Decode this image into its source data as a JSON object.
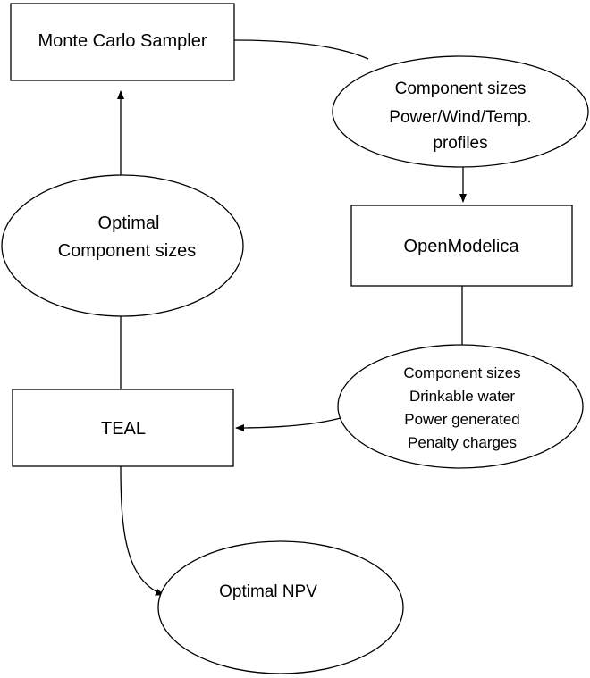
{
  "nodes": {
    "monte_carlo_sampler": {
      "shape": "rectangle",
      "label": "Monte Carlo Sampler"
    },
    "component_profiles": {
      "shape": "ellipse",
      "lines": [
        "Component sizes",
        "Power/Wind/Temp.",
        "profiles"
      ]
    },
    "openmodelica": {
      "shape": "rectangle",
      "label": "OpenModelica"
    },
    "optimal_component_sizes": {
      "shape": "ellipse",
      "lines": [
        "Optimal",
        "Component sizes"
      ]
    },
    "openmodelica_outputs": {
      "shape": "ellipse",
      "lines": [
        "Component sizes",
        "Drinkable water",
        "Power generated",
        "Penalty charges"
      ]
    },
    "teal": {
      "shape": "rectangle",
      "label": "TEAL"
    },
    "optimal_npv": {
      "shape": "ellipse",
      "label": "Optimal NPV"
    }
  },
  "edges": [
    {
      "from": "monte_carlo_sampler",
      "to": "component_profiles",
      "arrow": false
    },
    {
      "from": "component_profiles",
      "to": "openmodelica",
      "arrow": true
    },
    {
      "from": "openmodelica",
      "to": "openmodelica_outputs",
      "arrow": false
    },
    {
      "from": "openmodelica_outputs",
      "to": "teal",
      "arrow": true
    },
    {
      "from": "teal",
      "to": "optimal_component_sizes",
      "arrow": false
    },
    {
      "from": "optimal_component_sizes",
      "to": "monte_carlo_sampler",
      "arrow": true
    },
    {
      "from": "teal",
      "to": "optimal_npv",
      "arrow": true
    }
  ],
  "colors": {
    "stroke": "#000000",
    "fill": "#ffffff",
    "text": "#000000"
  }
}
